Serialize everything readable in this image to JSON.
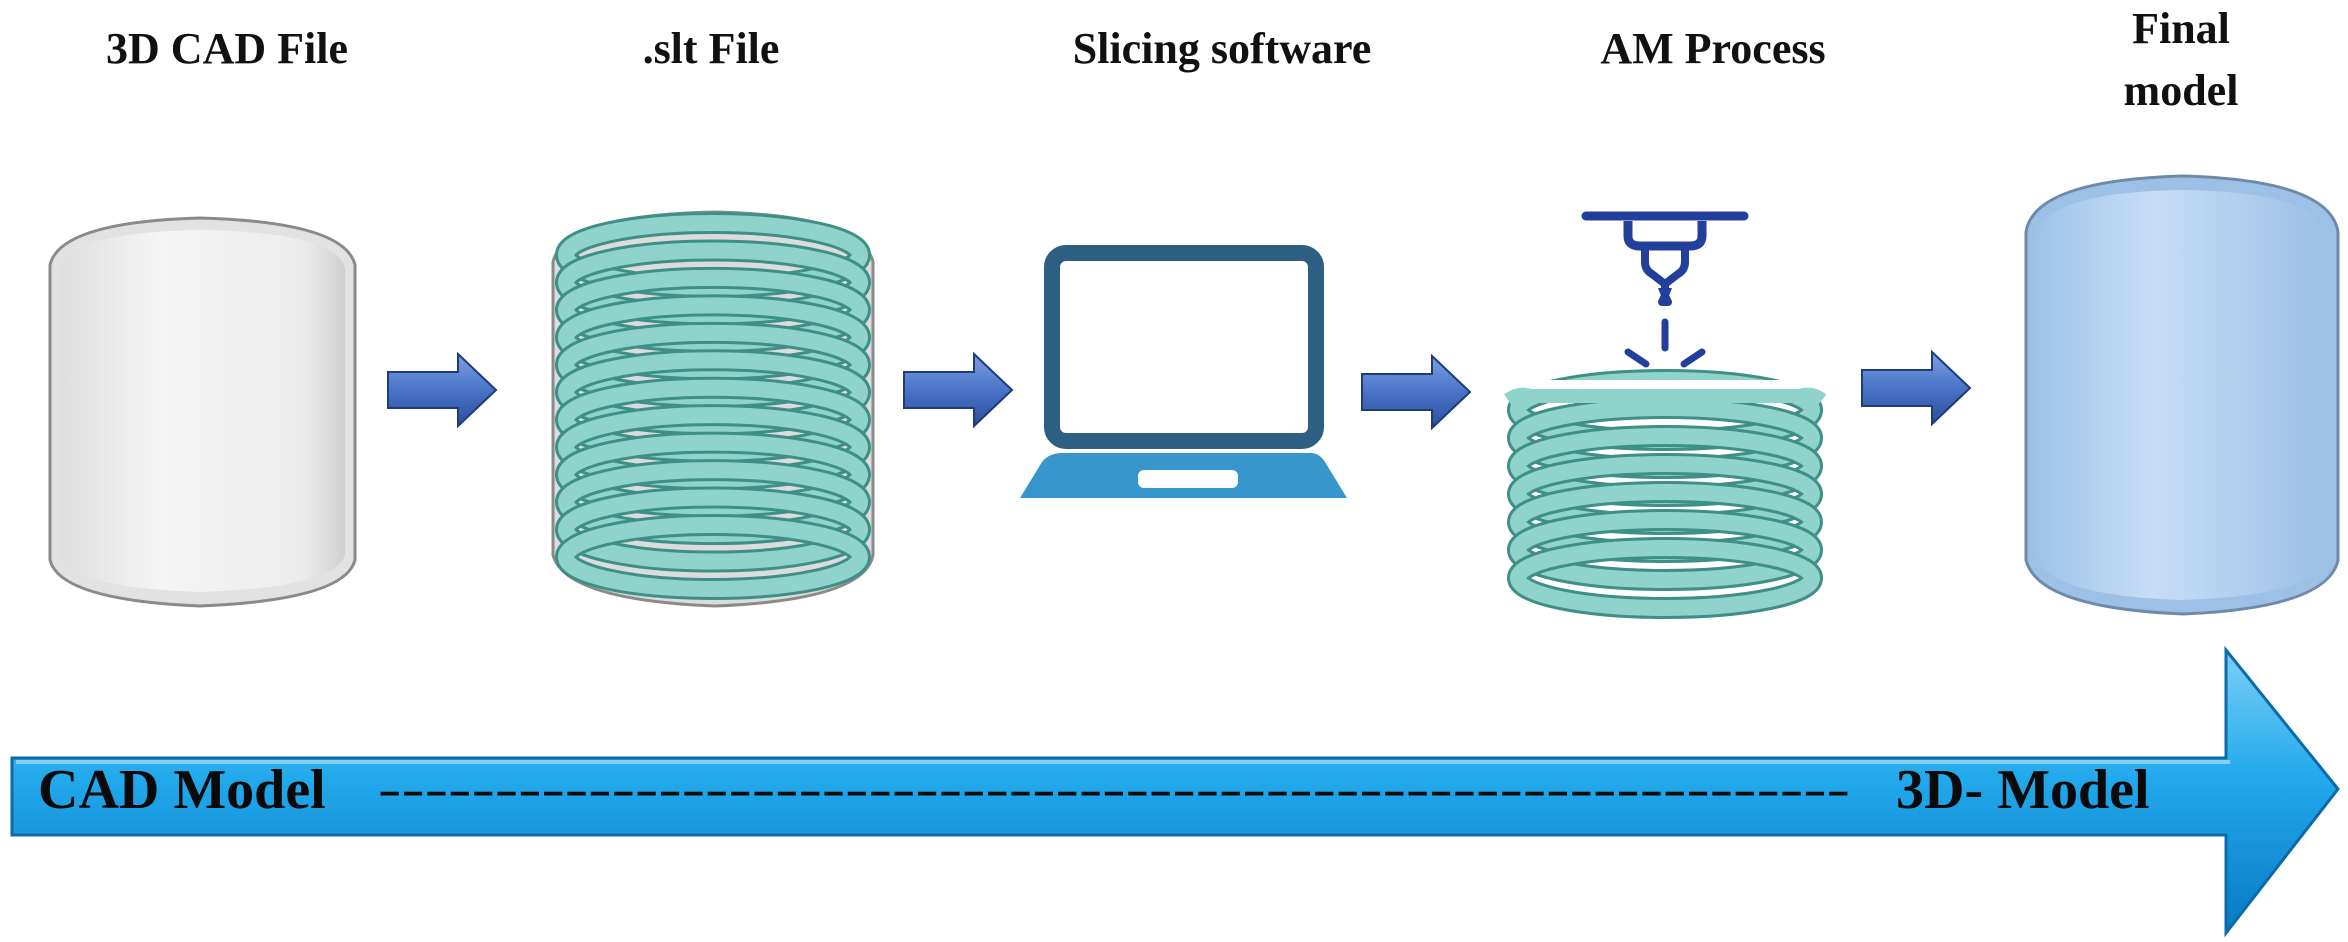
{
  "stages": [
    {
      "id": "cad",
      "title": "3D CAD File",
      "icon": "cylinder-blank-icon"
    },
    {
      "id": "stl",
      "title": ".slt File",
      "icon": "sliced-cylinder-icon"
    },
    {
      "id": "slicing",
      "title": "Slicing software",
      "icon": "laptop-icon"
    },
    {
      "id": "am",
      "title": "AM Process",
      "icon": "print-nozzle-icon"
    },
    {
      "id": "final",
      "title_lines": [
        "Final",
        "model"
      ],
      "icon": "cylinder-final-icon"
    }
  ],
  "timeline": {
    "start_label": "CAD Model",
    "dashes": "---------------------------------------------------------------",
    "end_label": "3D- Model"
  },
  "colors": {
    "ring_teal": "#8fd3cb",
    "ring_stroke": "#3e8f86",
    "step_arrow": "#4a73c7",
    "laptop_dark": "#2c5f82",
    "laptop_light": "#3796cc",
    "nozzle": "#223f9c",
    "final_model": "#b7d3f0",
    "big_arrow": "#1fa5e8"
  }
}
